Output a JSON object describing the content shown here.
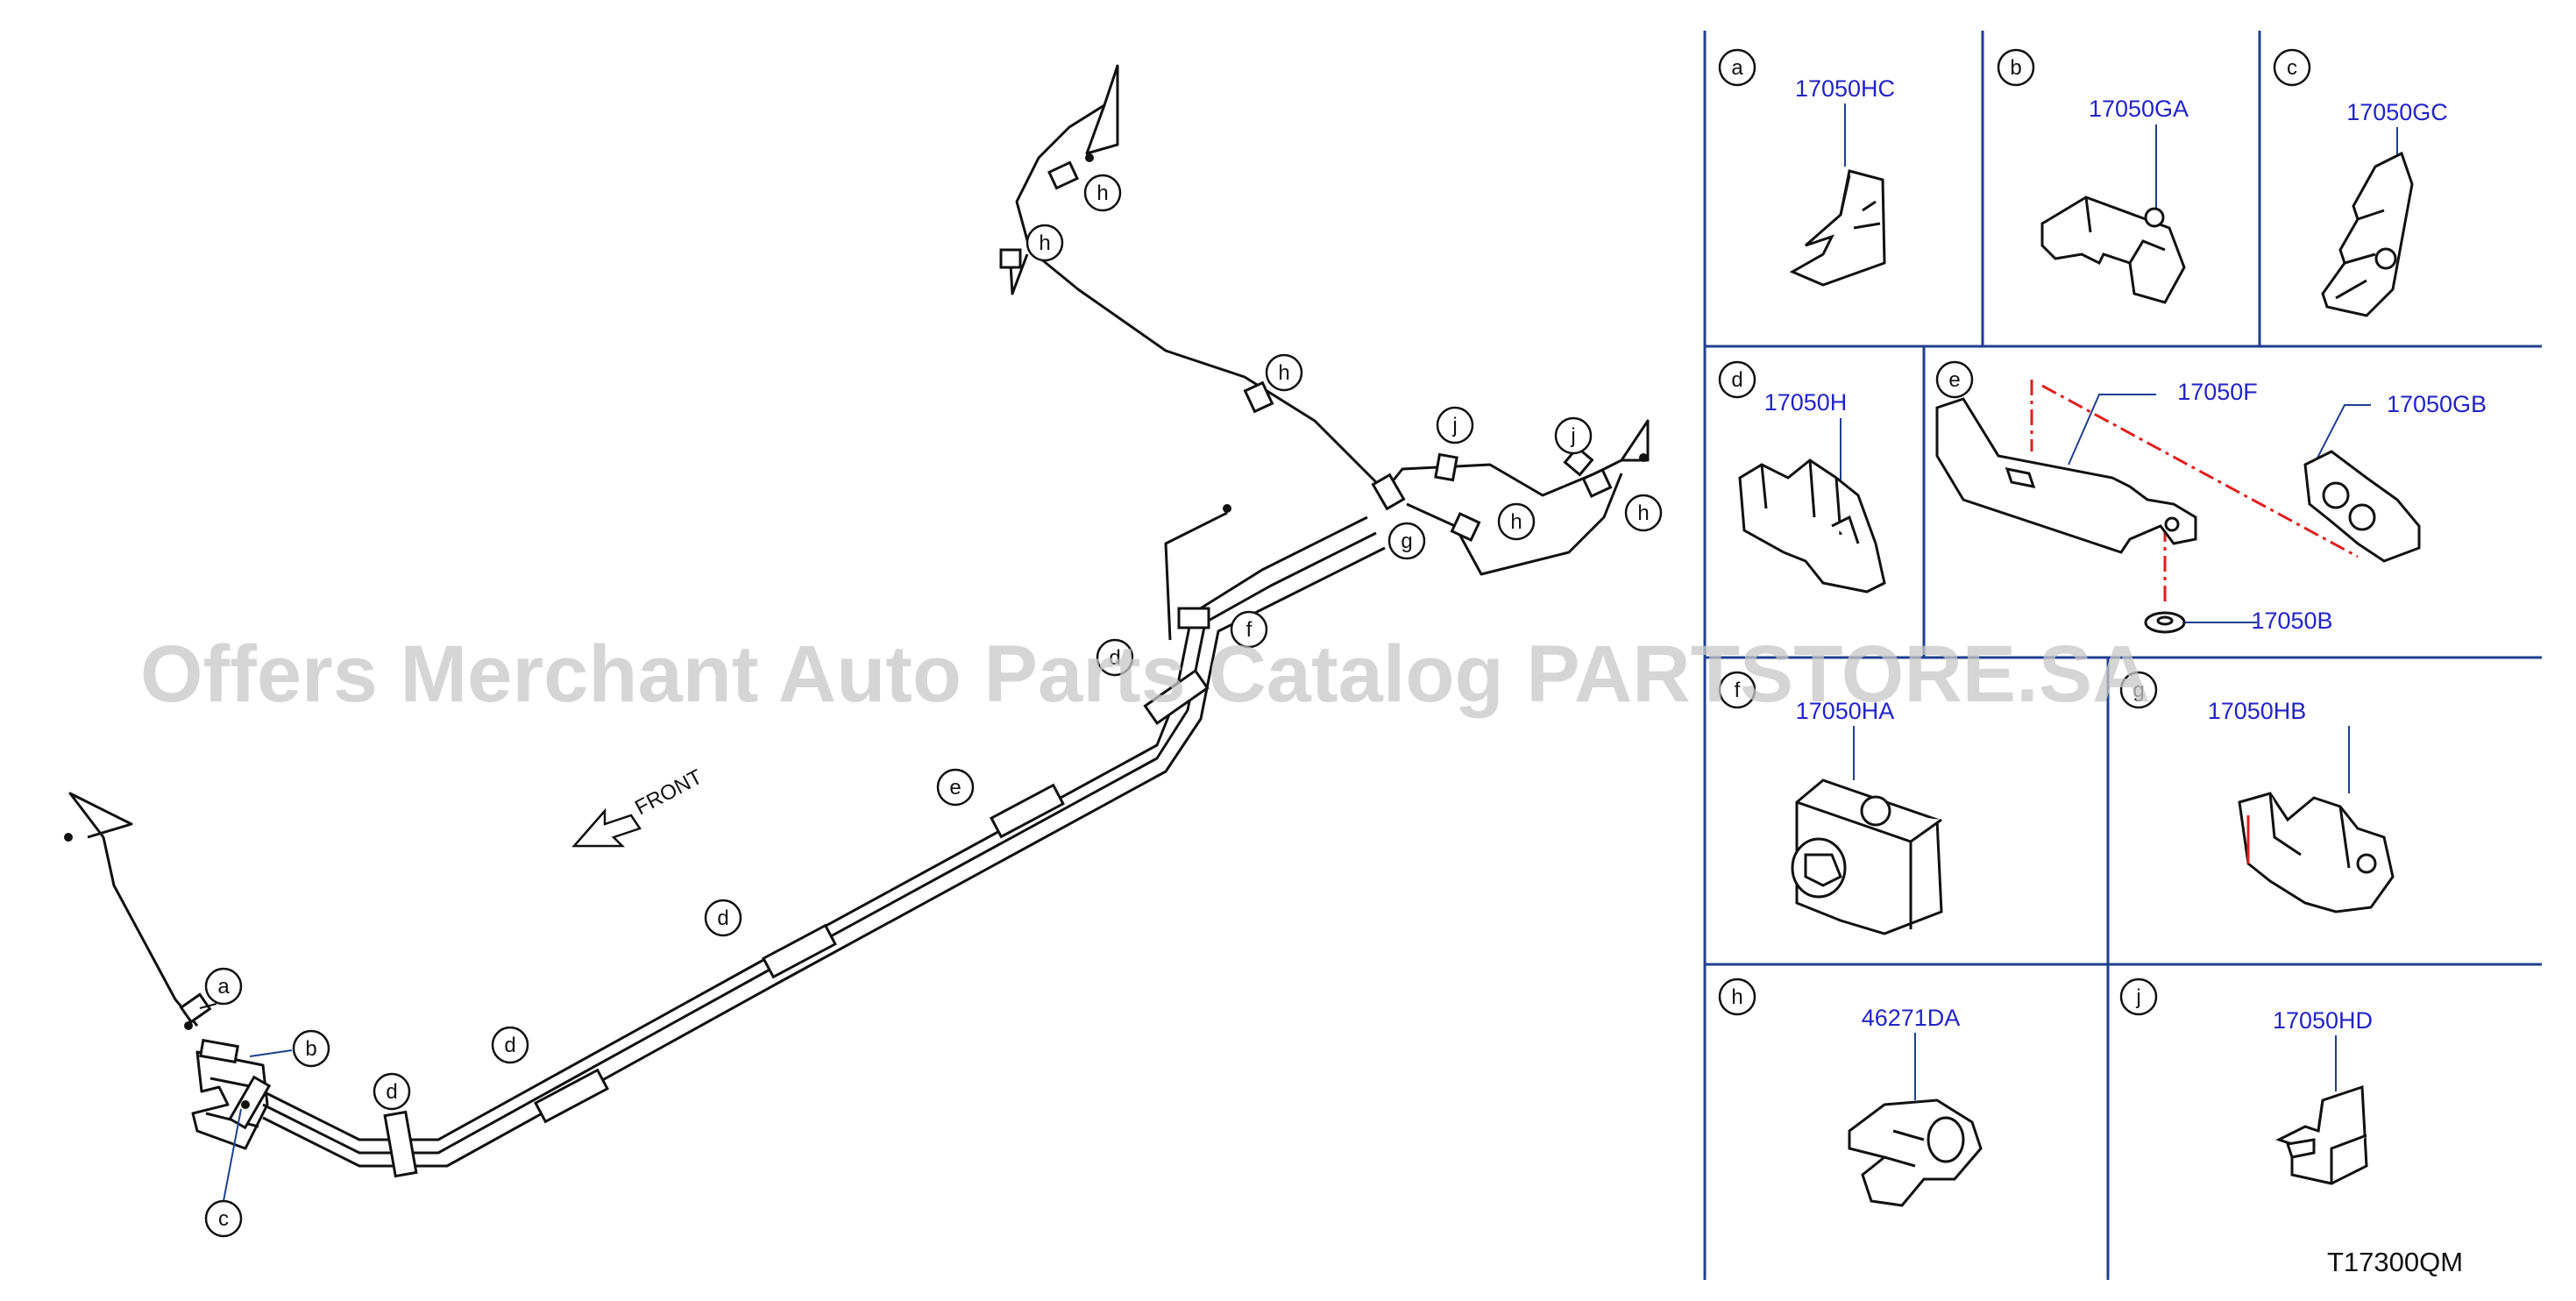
{
  "watermark": "Offers Merchant Auto Parts Catalog PARTSTORE.SA",
  "front_label": "FRONT",
  "diagram_code": "T17300QM",
  "callouts": {
    "a": "a",
    "b": "b",
    "c": "c",
    "d": "d",
    "e": "e",
    "f": "f",
    "g": "g",
    "h": "h",
    "j": "j"
  },
  "panels": [
    {
      "letter": "a",
      "part_number": "17050HC"
    },
    {
      "letter": "b",
      "part_number": "17050GA"
    },
    {
      "letter": "c",
      "part_number": "17050GC"
    },
    {
      "letter": "d",
      "part_number": "17050H"
    },
    {
      "letter": "e",
      "part_numbers": [
        "17050F",
        "17050GB",
        "17050B"
      ]
    },
    {
      "letter": "f",
      "part_number": "17050HA"
    },
    {
      "letter": "g",
      "part_number": "17050HB"
    },
    {
      "letter": "h",
      "part_number": "46271DA"
    },
    {
      "letter": "j",
      "part_number": "17050HD"
    }
  ],
  "colors": {
    "line": "#111111",
    "panel_border": "#1f3f8f",
    "part_number": "#2323c8",
    "centerline": "#e01e1e"
  }
}
